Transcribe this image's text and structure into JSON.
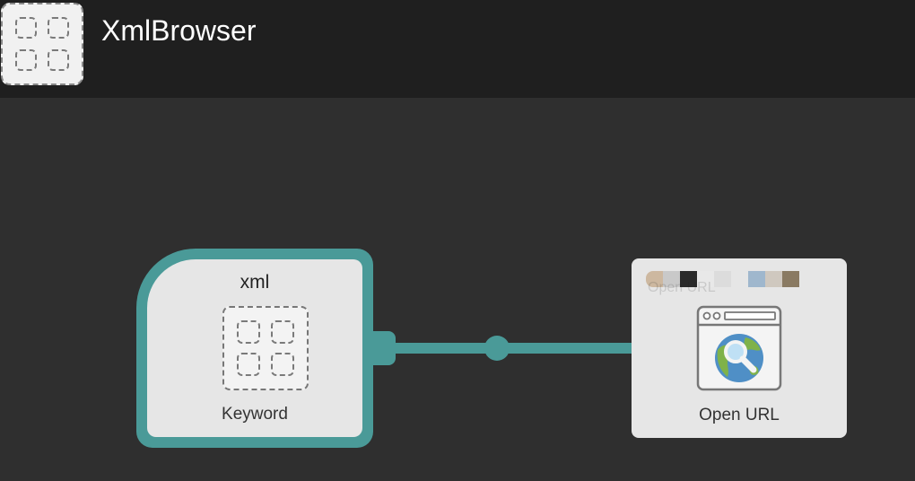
{
  "header": {
    "app_name": "XmlBrowser",
    "app_icon": "grid-placeholder-icon"
  },
  "workflow": {
    "keyword_node": {
      "keyword": "xml",
      "type_label": "Keyword",
      "icon": "grid-placeholder-icon"
    },
    "open_url_node": {
      "title_text": "Open URL",
      "type_label": "Open URL",
      "icon": "browser-globe-search-icon",
      "title_swatches": [
        "#cdb8a0",
        "#c9c9c9",
        "#2a2a2a",
        "#e8e8e8",
        "#dcdcdc",
        "#e6e6e6",
        "#9fb7cd",
        "#cfc8bf",
        "#8a7a62"
      ]
    },
    "colors": {
      "connector": "#4a9a98",
      "header_bg": "#1f1f1f",
      "canvas_bg": "#2f2f2f",
      "node_bg": "#e6e6e6"
    }
  }
}
